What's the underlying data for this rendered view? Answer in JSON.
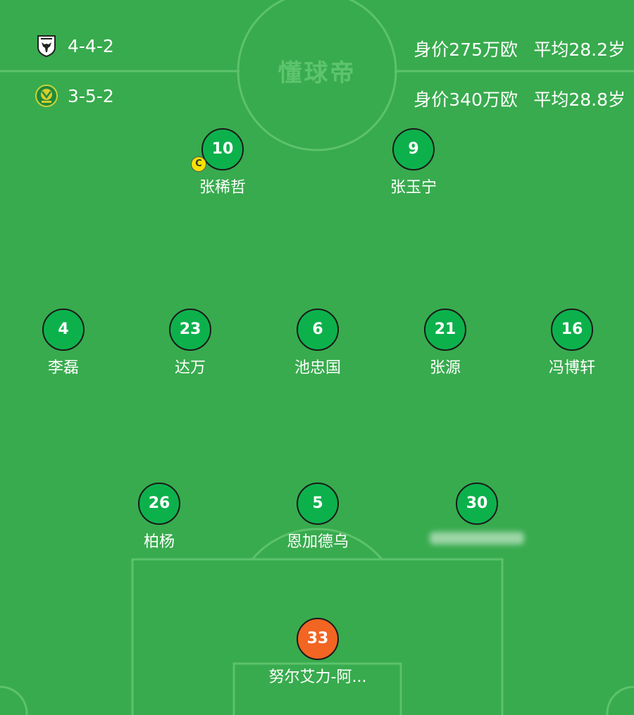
{
  "watermark": "懂球帝",
  "teams": [
    {
      "formation": "4-4-2",
      "value": "身价275万欧",
      "avg_age": "平均28.2岁",
      "logo_icon": "bull-crest-icon"
    },
    {
      "formation": "3-5-2",
      "value": "身价340万欧",
      "avg_age": "平均28.8岁",
      "logo_icon": "guoan-crest-icon"
    }
  ],
  "captain_badge": "C",
  "players": [
    {
      "number": "10",
      "name": "张稀哲",
      "captain": true
    },
    {
      "number": "9",
      "name": "张玉宁"
    },
    {
      "number": "4",
      "name": "李磊"
    },
    {
      "number": "23",
      "name": "达万"
    },
    {
      "number": "6",
      "name": "池忠国"
    },
    {
      "number": "21",
      "name": "张源"
    },
    {
      "number": "16",
      "name": "冯博轩"
    },
    {
      "number": "26",
      "name": "柏杨"
    },
    {
      "number": "5",
      "name": "恩加德乌"
    },
    {
      "number": "30",
      "name": ""
    },
    {
      "number": "33",
      "name": "努尔艾力-阿...",
      "goalkeeper": true
    }
  ],
  "colors": {
    "pitch": "#38ab4e",
    "player_circle": "#0db14c",
    "goalkeeper_circle": "#f26522",
    "captain_badge": "#f5e100"
  }
}
